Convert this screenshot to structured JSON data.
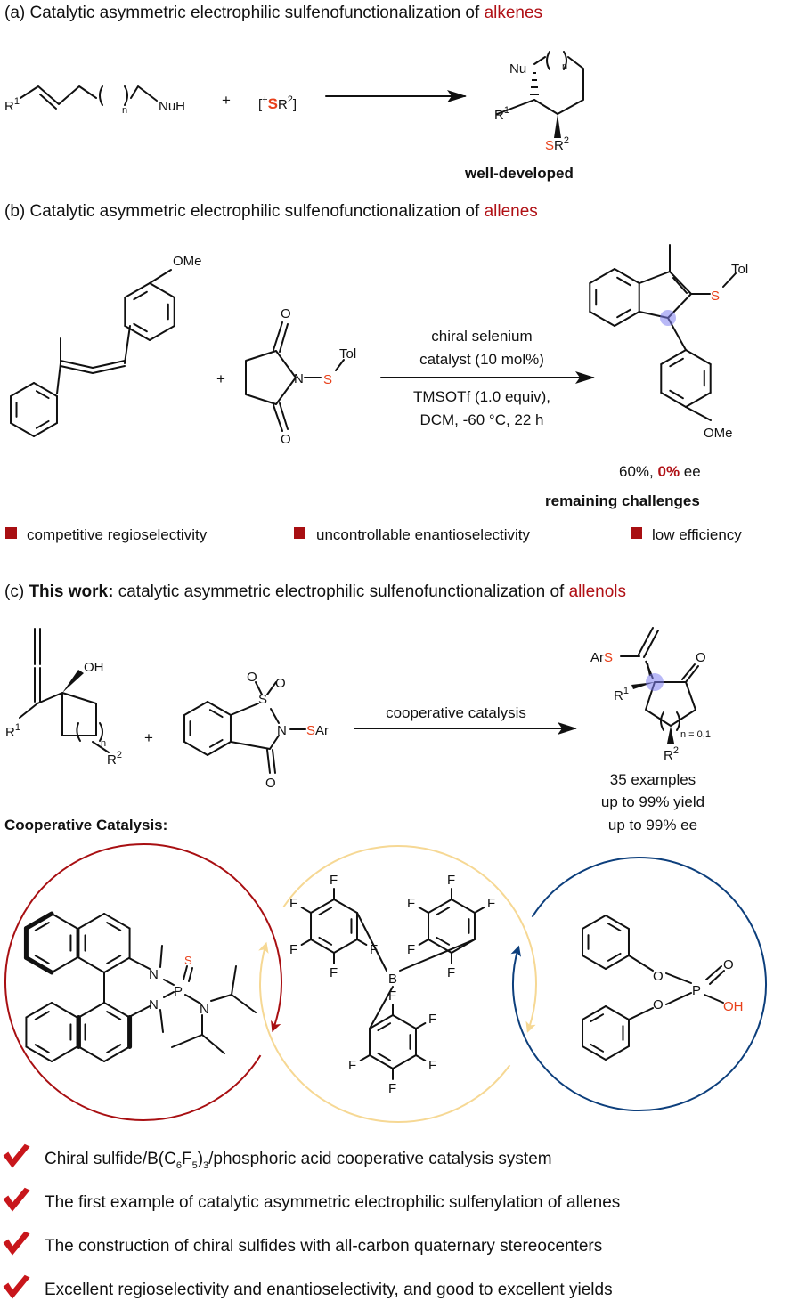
{
  "section_a": {
    "title_prefix": "(a) Catalytic asymmetric electrophilic sulfenofunctionalization of ",
    "title_highlight": "alkenes",
    "reactant_r": "R",
    "sup1": "1",
    "sup2": "2",
    "n": "n",
    "nuh": "NuH",
    "plus": "+",
    "reagent_open": "[",
    "reagent_plus": "+",
    "reagent_s": "S",
    "reagent_r": "R",
    "reagent_close": "]",
    "product_nu": "Nu",
    "label": "well-developed"
  },
  "section_b": {
    "title_prefix": "(b) Catalytic asymmetric electrophilic sulfenofunctionalization of ",
    "title_highlight": "allenes",
    "ome": "OMe",
    "o": "O",
    "n_atom": "N",
    "s": "S",
    "tol": "Tol",
    "plus": "+",
    "conditions": [
      "chiral selenium",
      "catalyst (10 mol%)",
      "TMSOTf (1.0 equiv),",
      "DCM, -60 °C, 22 h"
    ],
    "result_prefix": "60%, ",
    "result_ee_value": "0%",
    "result_suffix": " ee",
    "challenges_title": "remaining challenges",
    "challenges": [
      "competitive regioselectivity",
      "uncontrollable enantioselectivity",
      "low efficiency"
    ]
  },
  "section_c": {
    "title_prefix": "(c) ",
    "title_bold": "This work:",
    "title_mid": " catalytic asymmetric electrophilic sulfenofunctionalization of ",
    "title_highlight": "allenols",
    "oh": "OH",
    "r": "R",
    "sup1": "1",
    "sup2": "2",
    "n": "n",
    "plus": "+",
    "s": "S",
    "o": "O",
    "n_atom": "N",
    "sar_s": "S",
    "sar_ar": "Ar",
    "ar": "Ar",
    "arrow_label": "cooperative catalysis",
    "n_range": "n = 0,1",
    "stats": [
      "35 examples",
      "up to 99% yield",
      "up to 99% ee"
    ],
    "cooperative_title": "Cooperative Catalysis:"
  },
  "atoms": {
    "N": "N",
    "P": "P",
    "S": "S",
    "F": "F",
    "B": "B",
    "O": "O",
    "OH": "OH"
  },
  "highlights": [
    {
      "pre": "Chiral sulfide/B(C",
      "s1": "6",
      "mid": "F",
      "s2": "5",
      "post": ")",
      "s3": "3",
      "end": "/phosphoric acid cooperative catalysis system"
    },
    {
      "text": "The first example of catalytic asymmetric electrophilic sulfenylation of allenes"
    },
    {
      "text": "The construction of chiral sulfides with all-carbon quaternary stereocenters"
    },
    {
      "text": "Excellent regioselectivity and enantioselectivity, and good to excellent yields"
    }
  ],
  "colors": {
    "accent_red": "#b01015",
    "sulfur": "#e8401a",
    "cycle_red": "#a80f12",
    "cycle_yellow": "#f6d894",
    "cycle_blue": "#0d3f7c",
    "highlight_circle": "#7f7ff0"
  }
}
